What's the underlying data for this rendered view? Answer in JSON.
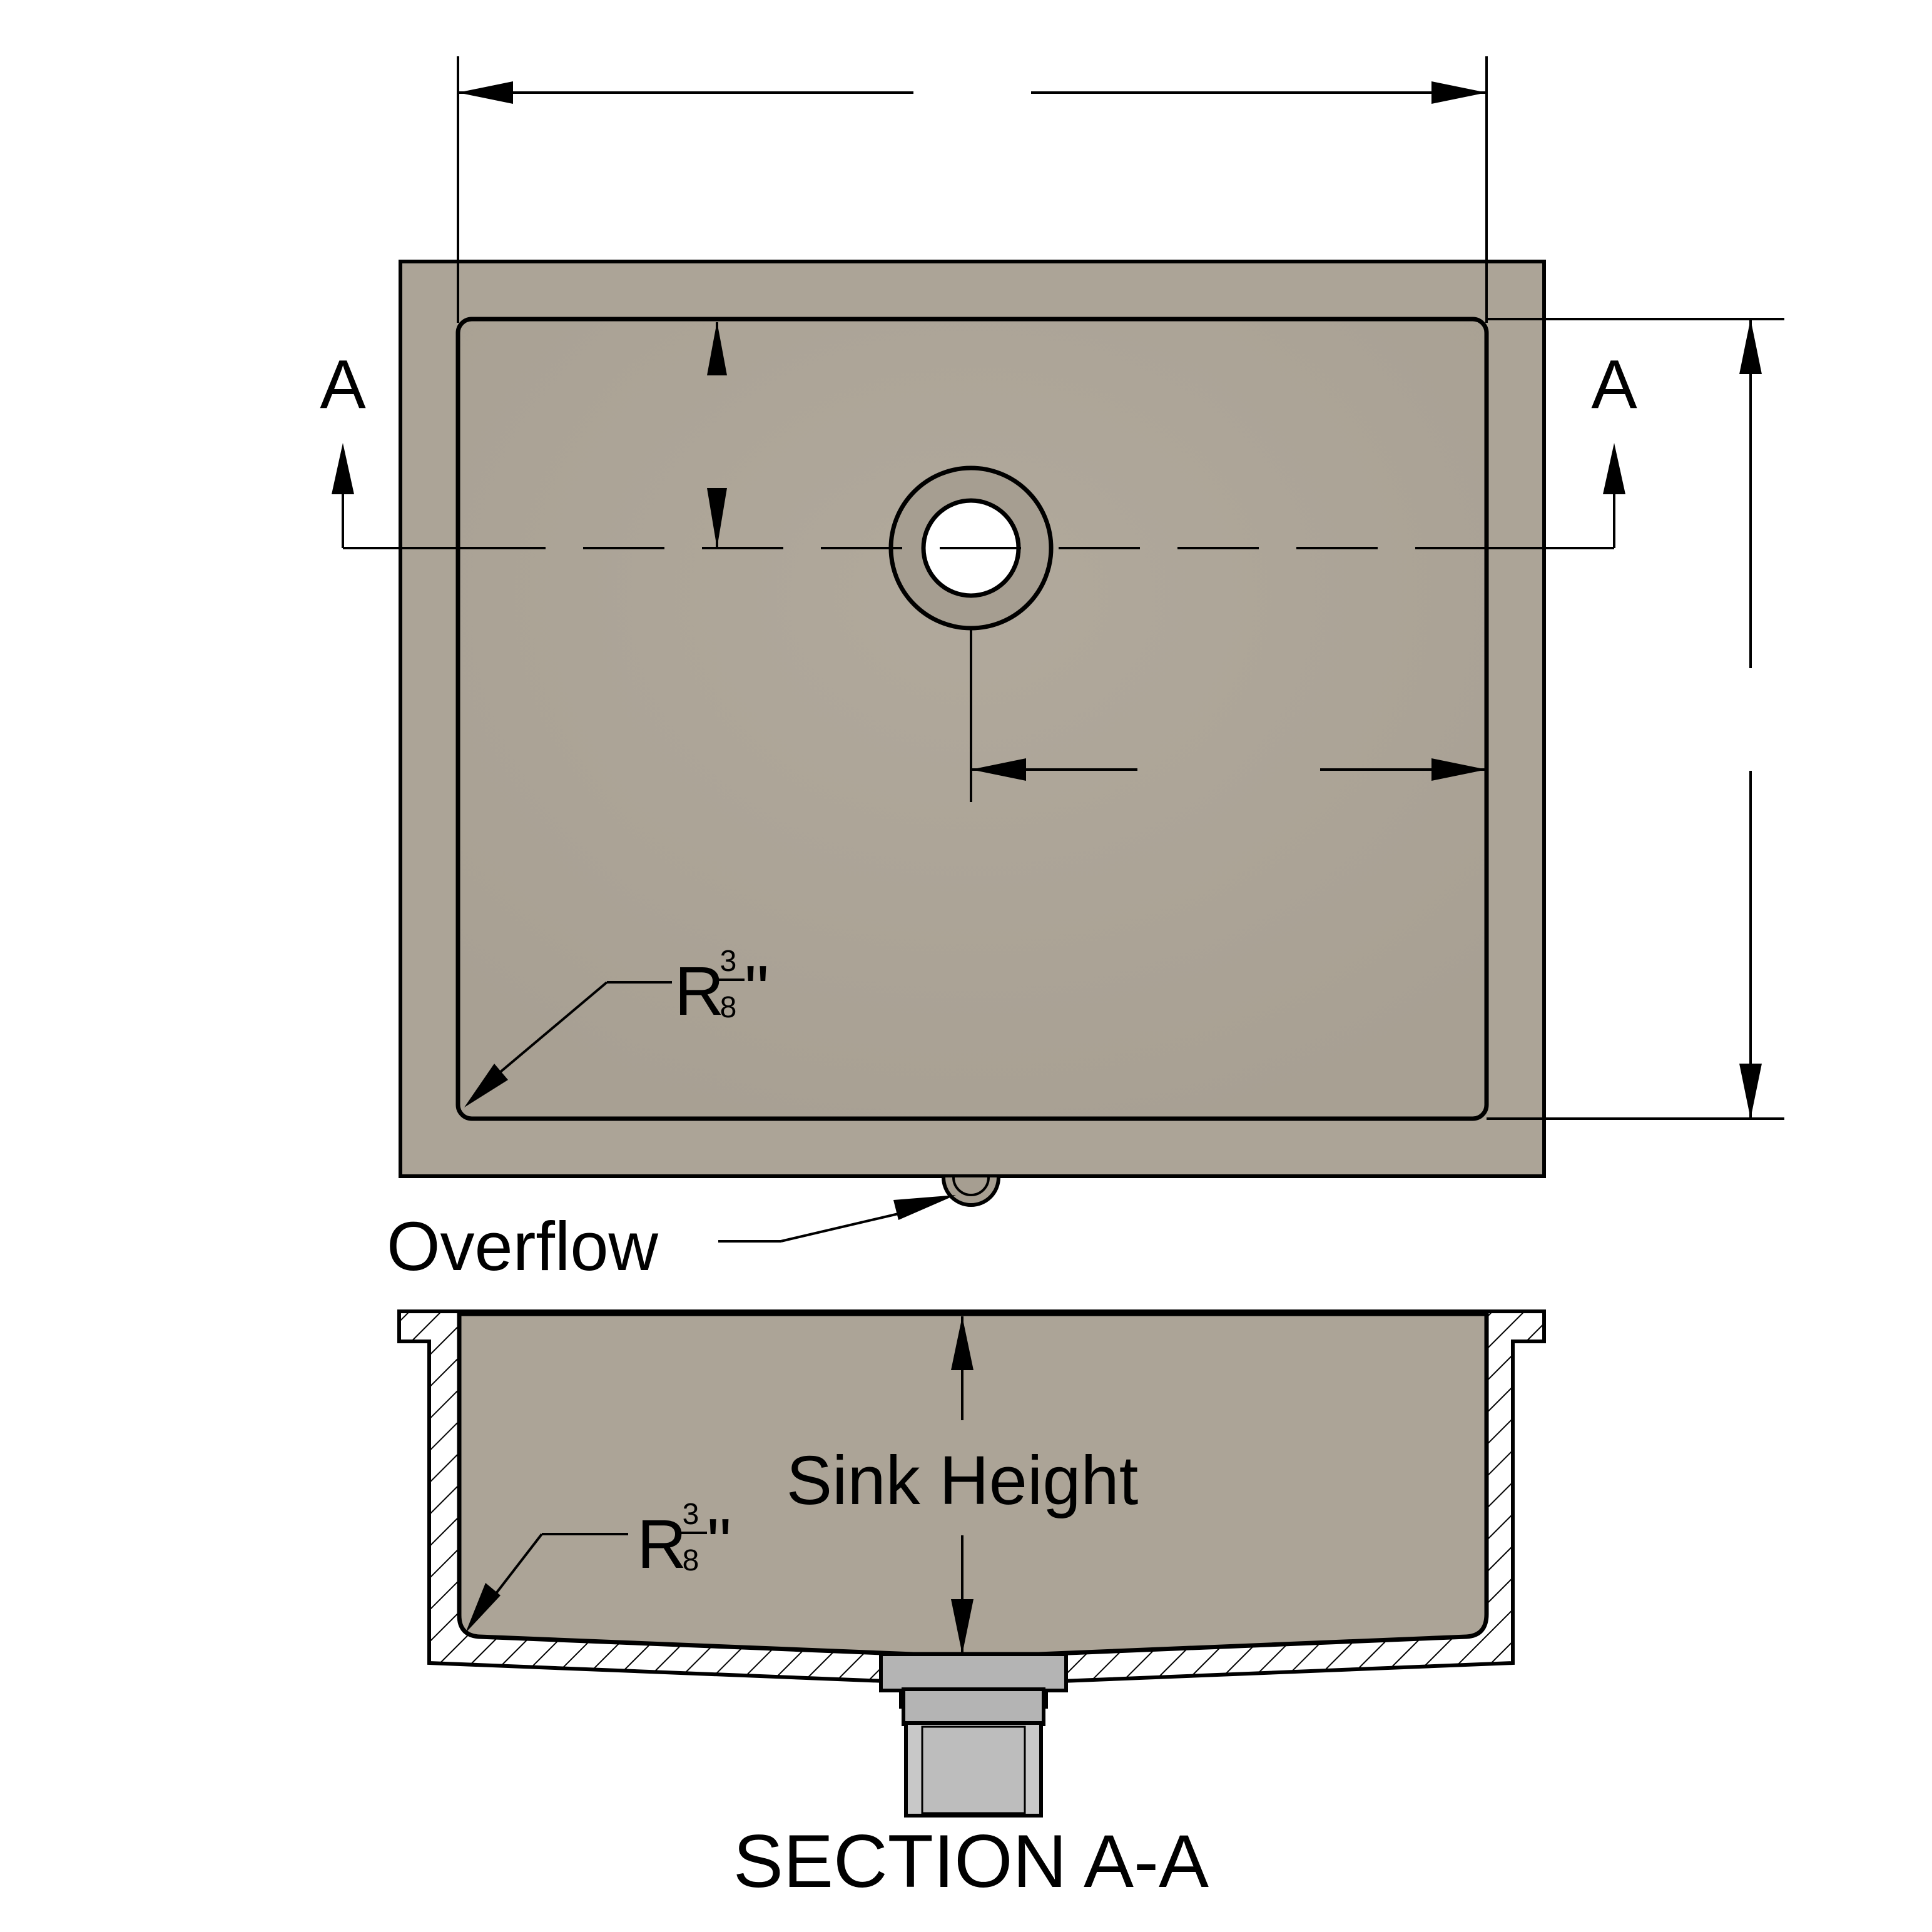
{
  "colors": {
    "sink_fill": "#aca497",
    "sink_fill_dark": "#a39b8d",
    "line": "#000000",
    "drain_metal": "#c8c8c8",
    "background": "#ffffff"
  },
  "labels": {
    "section_mark_left": "A",
    "section_mark_right": "A",
    "radius_prefix": "R",
    "radius_num": "3",
    "radius_den": "8",
    "radius_unit": "\"",
    "overflow": "Overflow",
    "sink_height": "Sink Height",
    "section_title": "SECTION A-A"
  },
  "views": [
    "plan-view",
    "section-a-a"
  ]
}
